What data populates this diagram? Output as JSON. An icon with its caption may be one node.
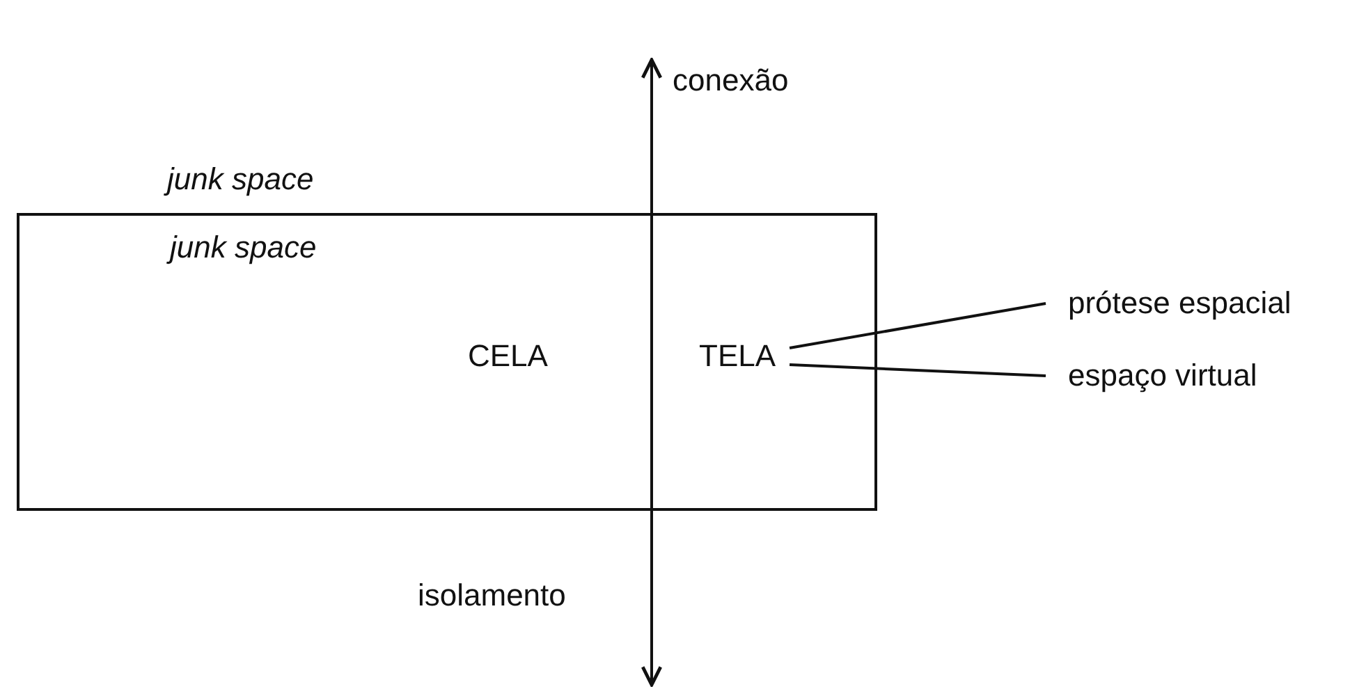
{
  "diagram": {
    "nodes": [
      {
        "text": [
          "junk space"
        ]
      },
      {
        "text": [
          "CELA"
        ],
        "in": 0
      },
      {
        "text": [
          "TELA"
        ],
        "in": 0
      },
      {
        "text": [
          "prótese espacial"
        ]
      },
      {
        "text": [
          "espaço virtual"
        ]
      }
    ],
    "edges": [
      {
        "from": 3,
        "to": 2,
        "arrow": "none"
      },
      {
        "from": 4,
        "to": 2,
        "arrow": "none"
      }
    ],
    "labels": [
      "conexão",
      "junk space",
      "isolamento"
    ]
  }
}
